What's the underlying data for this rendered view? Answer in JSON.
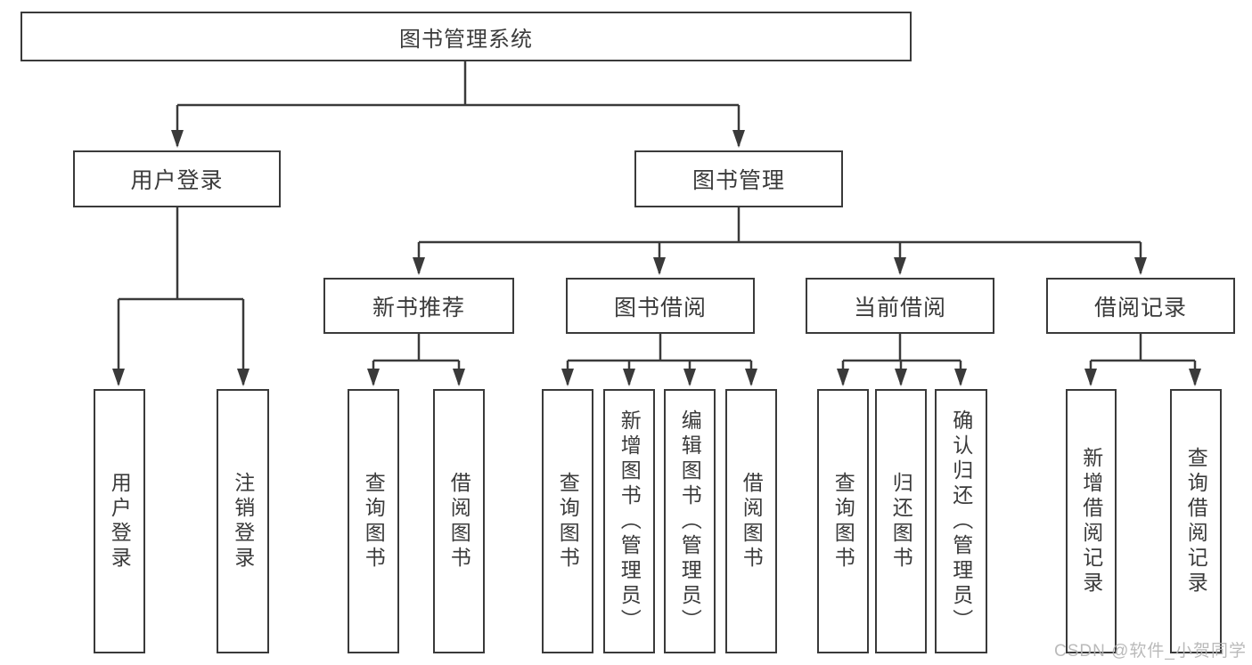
{
  "tree": {
    "root": {
      "label": "图书管理系统"
    },
    "branches": [
      {
        "label": "用户登录",
        "children": [
          {
            "label": "用户登录"
          },
          {
            "label": "注销登录"
          }
        ]
      },
      {
        "label": "图书管理",
        "children": [
          {
            "label": "新书推荐",
            "children": [
              {
                "label": "查询图书"
              },
              {
                "label": "借阅图书"
              }
            ]
          },
          {
            "label": "图书借阅",
            "children": [
              {
                "label": "查询图书"
              },
              {
                "label": "新增图书（管理员）"
              },
              {
                "label": "编辑图书（管理员）"
              },
              {
                "label": "借阅图书"
              }
            ]
          },
          {
            "label": "当前借阅",
            "children": [
              {
                "label": "查询图书"
              },
              {
                "label": "归还图书"
              },
              {
                "label": "确认归还（管理员）"
              }
            ]
          },
          {
            "label": "借阅记录",
            "children": [
              {
                "label": "新增借阅记录"
              },
              {
                "label": "查询借阅记录"
              }
            ]
          }
        ]
      }
    ]
  },
  "colors": {
    "line": "#3a3a3a",
    "box_border": "#3a3a3a",
    "text": "#3b3b3b",
    "watermark_text": "#b3b3b3",
    "background": "#ffffff"
  },
  "watermark": {
    "text": "CSDN @软件_小贺同学"
  }
}
